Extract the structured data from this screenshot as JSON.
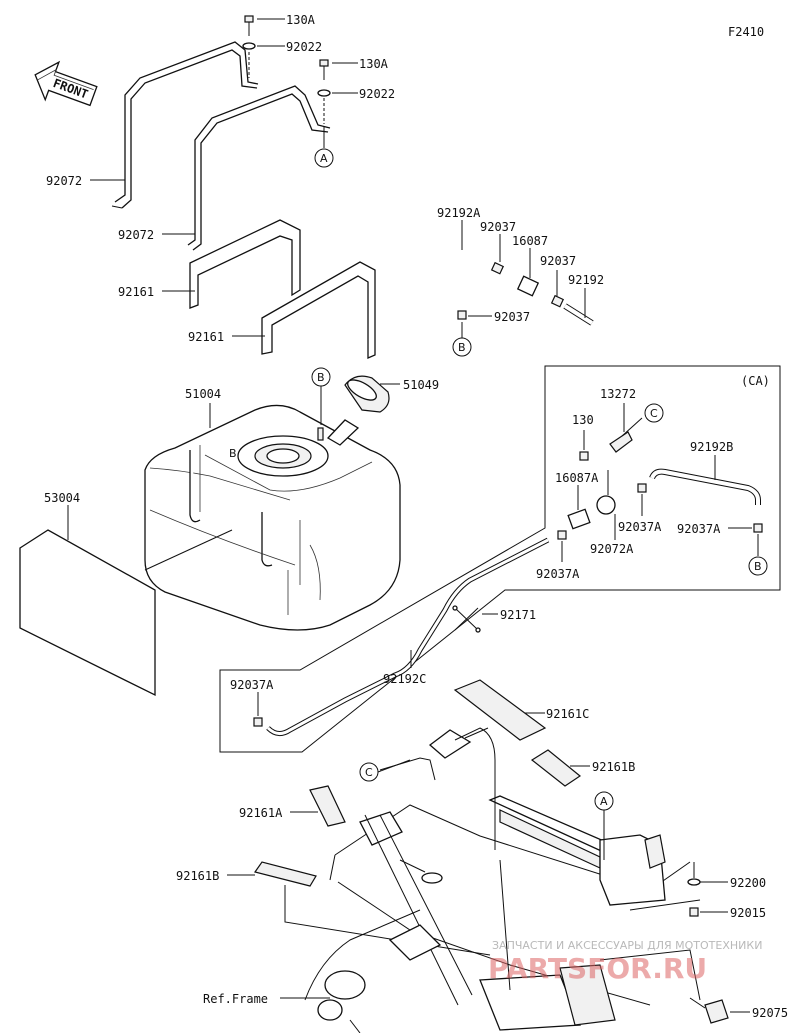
{
  "figure_code": "F2410",
  "front_arrow_label": "FRONT",
  "section_box_label": "(CA)",
  "reference_label": "Ref.Frame",
  "callout_letters": {
    "a": "A",
    "b": "B",
    "c": "C"
  },
  "tank_marker": "B",
  "watermark": {
    "line1": "ЗАПЧАСТИ И АКСЕССУАРЫ ДЛЯ МОТОТЕХНИКИ",
    "line2": "PARTSFOR.RU"
  },
  "part_numbers": {
    "bolt_130a_1": "130A",
    "washer_92022_1": "92022",
    "bolt_130a_2": "130A",
    "washer_92022_2": "92022",
    "band_92072_1": "92072",
    "band_92072_2": "92072",
    "pad_92161_1": "92161",
    "pad_92161_2": "92161",
    "hose_92192a": "92192A",
    "clamp_92037_1": "92037",
    "filter_16087": "16087",
    "clamp_92037_2": "92037",
    "hose_92192": "92192",
    "clamp_92037_3": "92037",
    "tank_51004": "51004",
    "cap_51049": "51049",
    "tank_53004": "53004",
    "bolt_130": "130",
    "bracket_13272": "13272",
    "hose_92192b": "92192B",
    "valve_16087a": "16087A",
    "clamp_92037a_1": "92037A",
    "clamp_92037a_2": "92037A",
    "band_92072a": "92072A",
    "clamp_92037a_3": "92037A",
    "clip_92171": "92171",
    "clamp_92037a_4": "92037A",
    "hose_92192c": "92192C",
    "pad_92161c": "92161C",
    "pad_92161b_1": "92161B",
    "pad_92161a": "92161A",
    "washer_92200": "92200",
    "nut_92015": "92015",
    "pad_92161b_2": "92161B",
    "cap_92075": "92075"
  }
}
